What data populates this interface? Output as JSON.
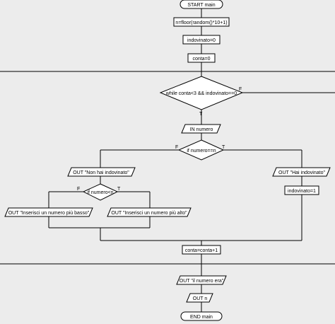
{
  "flowchart": {
    "start": "START main",
    "assign_n": "n=floor(random()*10+1)",
    "assign_indovinato": "indovinato=0",
    "assign_conta": "conta=0",
    "loop_condition": "while conta<3 && indovinato==0",
    "loop_false": "F",
    "loop_true": "T",
    "input_numero": "IN numero",
    "if_equal": "if numero==n",
    "if_equal_false": "F",
    "if_equal_true": "T",
    "out_non_indovinato": "OUT \"Non hai indovinato\"",
    "if_less": "if numero<n",
    "if_less_false": "F",
    "if_less_true": "T",
    "out_piu_basso": "OUT \"Inserisci un numero più basso\"",
    "out_piu_alto": "OUT \"Inserisci un numero più alto\"",
    "out_indovinato": "OUT \"Hai indovinato\"",
    "assign_indovinato_1": "indovinato=1",
    "increment_conta": "conta=conta+1",
    "out_numero_era": "OUT \"il numero era\"",
    "out_n": "OUT n",
    "end": "END main"
  }
}
